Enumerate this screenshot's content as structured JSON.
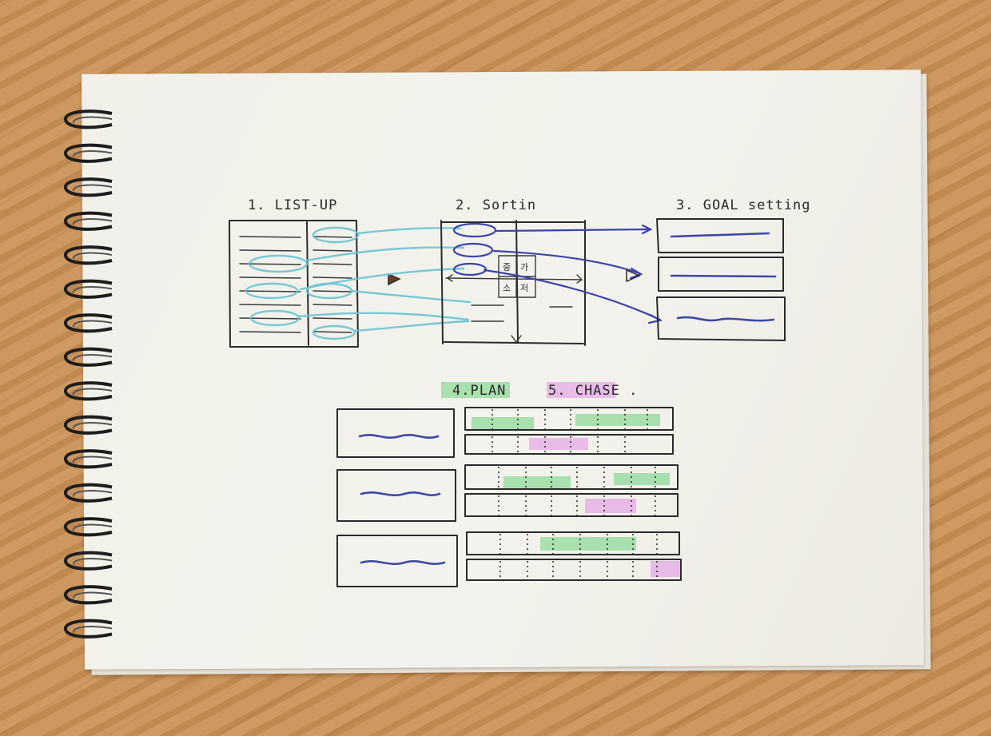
{
  "steps": [
    {
      "label": "1. LIST-UP"
    },
    {
      "label": "2. Sortin"
    },
    {
      "label": "3. GOAL setting"
    },
    {
      "label": "4.PLAN"
    },
    {
      "label": "5. CHASE ."
    }
  ],
  "matrix_cells": [
    "중",
    "가",
    "소",
    "저"
  ],
  "colors": {
    "paper": "#f2f1eb",
    "ink": "#2b2b2b",
    "cyan_ink": "#6cc3d3",
    "purple_ink": "#3c44a8",
    "green_highlight": "#8fd99a",
    "pink_highlight": "#e6a8e6"
  }
}
